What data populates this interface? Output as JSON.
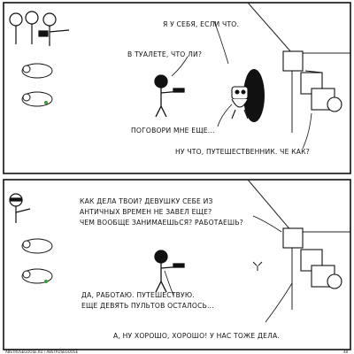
{
  "panel_top": {
    "lines": [
      "Я У СЕБЯ, ЕСЛИ ЧТО.",
      "В ТУАЛЕТЕ, ЧТО ЛИ?",
      "ПОГОВОРИ МНЕ ЕЩЕ...",
      "НУ ЧТО, ПУТЕШЕСТВЕННИК. ЧЕ КАК?"
    ]
  },
  "panel_bottom": {
    "lines": [
      "КАК ДЕЛА ТВОИ? ДЕВУШКУ СЕБЕ ИЗ",
      "АНТИЧНЫХ ВРЕМЕН НЕ ЗАВЕЛ ЕЩЕ?",
      "ЧЕМ ВООБЩЕ ЗАНИМАЕШЬСЯ? РАБОТАЕШЬ?",
      "ДА, РАБОТАЮ. ПУТЕШЕСТВУЮ.",
      "ЕЩЕ ДЕВЯТЬ ПУЛЬТОВ ОСТАЛОСЬ...",
      "А, НУ ХОРОШО, ХОРОШО! У НАС ТОЖЕ ДЕЛА."
    ]
  },
  "footer": {
    "site": "ABSTRUSEGOOSE.RU / ABSTRUSEGOOSE",
    "page": "48"
  },
  "colors": {
    "ink": "#111111",
    "accent_green": "#3c9a3c"
  }
}
